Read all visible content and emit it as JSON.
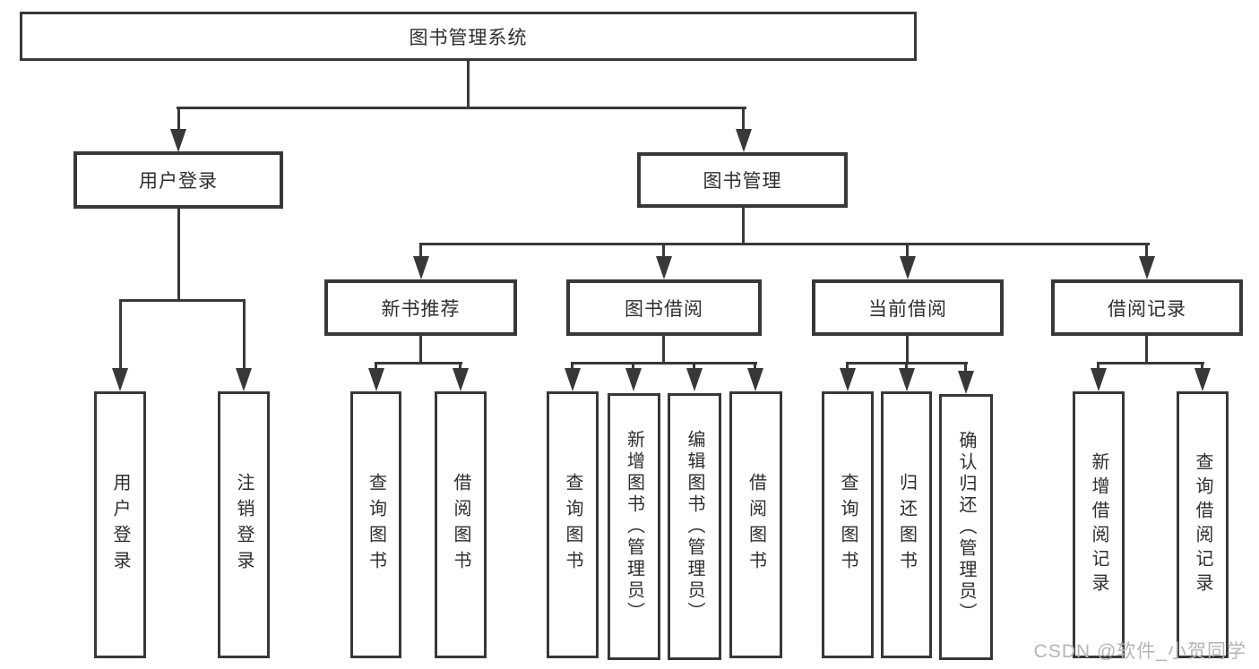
{
  "diagram": {
    "root": "图书管理系统",
    "level2": {
      "user_login": "用户登录",
      "book_mgmt": "图书管理"
    },
    "level3": {
      "new_book_rec": "新书推荐",
      "book_borrow": "图书借阅",
      "current_borrow": "当前借阅",
      "borrow_records": "借阅记录"
    },
    "leaves": {
      "user_login": "用户登录",
      "logout": "注销登录",
      "nb_query": "查询图书",
      "nb_borrow": "借阅图书",
      "bb_query": "查询图书",
      "bb_add": "新增图书（管理员）",
      "bb_edit": "编辑图书（管理员）",
      "bb_borrow": "借阅图书",
      "cb_query": "查询图书",
      "cb_return": "归还图书",
      "cb_confirm": "确认归还（管理员）",
      "br_add": "新增借阅记录",
      "br_query": "查询借阅记录"
    },
    "colors": {
      "line": "#383838",
      "text": "#2e2e2e",
      "watermark": "#b5b5b5"
    },
    "watermark": "CSDN @软件_小贺同学"
  }
}
